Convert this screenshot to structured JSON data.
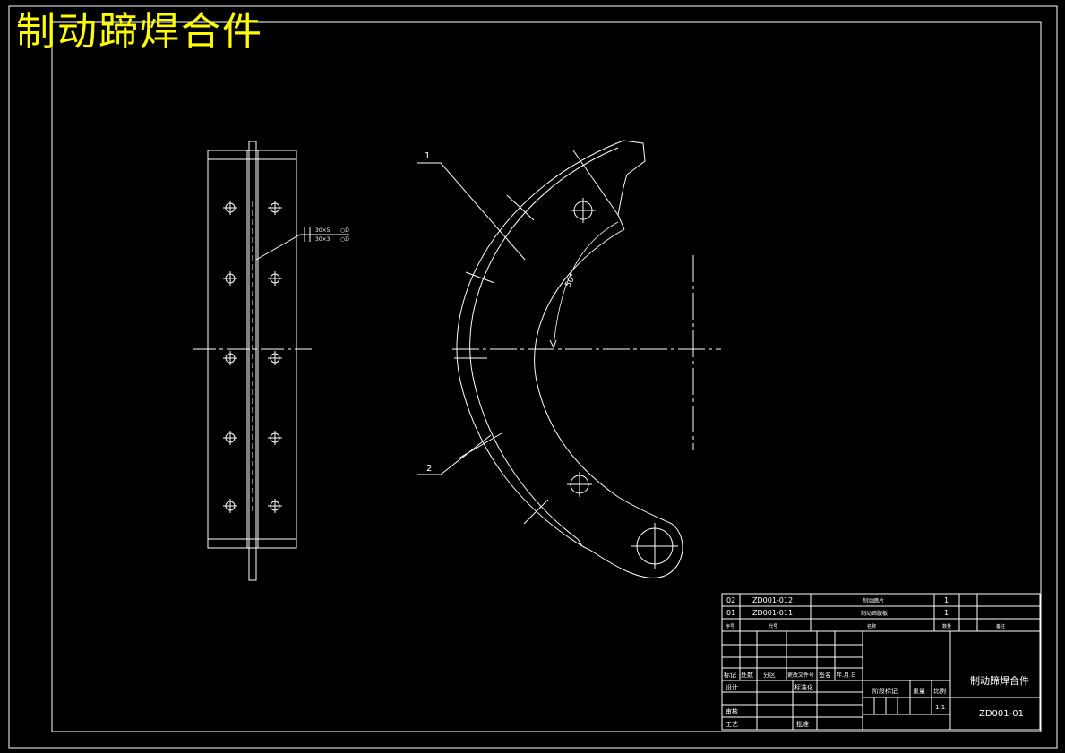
{
  "drawing": {
    "title": "制动蹄焊合件",
    "drawing_number": "ZD001-01",
    "scale": "1:1"
  },
  "callouts": {
    "part1": "1",
    "part2": "2",
    "angle": "50°",
    "weld_top": "30×5",
    "weld_bottom": "30×3",
    "weld_right_top": "○D",
    "weld_right_bottom": "○D"
  },
  "parts_list": {
    "rows": [
      {
        "no": "02",
        "code": "ZD001-012",
        "name": "制动蹄片",
        "qty": "1",
        "remark": ""
      },
      {
        "no": "01",
        "code": "ZD001-011",
        "name": "制动蹄腹板",
        "qty": "1",
        "remark": ""
      }
    ],
    "header": {
      "no": "序号",
      "code": "代号",
      "name": "名称",
      "qty": "数量",
      "remark": "备注"
    }
  },
  "title_block": {
    "row_labels": [
      "标记",
      "处数",
      "分区",
      "更改文件号",
      "签名",
      "年.月.日"
    ],
    "design": "设计",
    "standardize": "标准化",
    "review": "审核",
    "process": "工艺",
    "approve": "批准",
    "stage_mark": "阶段标记",
    "weight": "重量",
    "scale_label": "比例"
  }
}
